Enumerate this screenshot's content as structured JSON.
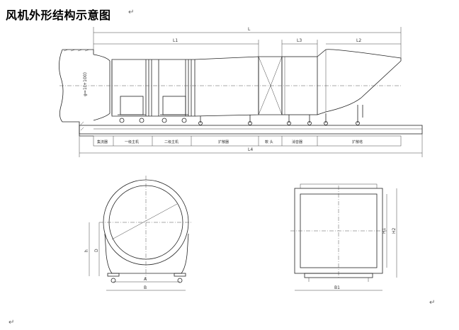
{
  "title": "风机外形结构示意图",
  "return_mark": "↵",
  "main_view": {
    "dims": {
      "L": "L",
      "L1": "L1",
      "L2": "L2",
      "L3": "L3",
      "L4": "L4",
      "diameter": "φ=1(+100)"
    },
    "sections": [
      "集流器",
      "一级主机",
      "二级主机",
      "扩散器",
      "軟 头",
      "消音器",
      "扩散塔"
    ]
  },
  "end_view": {
    "dims": {
      "A": "A",
      "B": "B",
      "h": "h",
      "D": "D"
    }
  },
  "side_view": {
    "dims": {
      "H1": "H1",
      "H2": "H2",
      "B1": "B1"
    }
  }
}
